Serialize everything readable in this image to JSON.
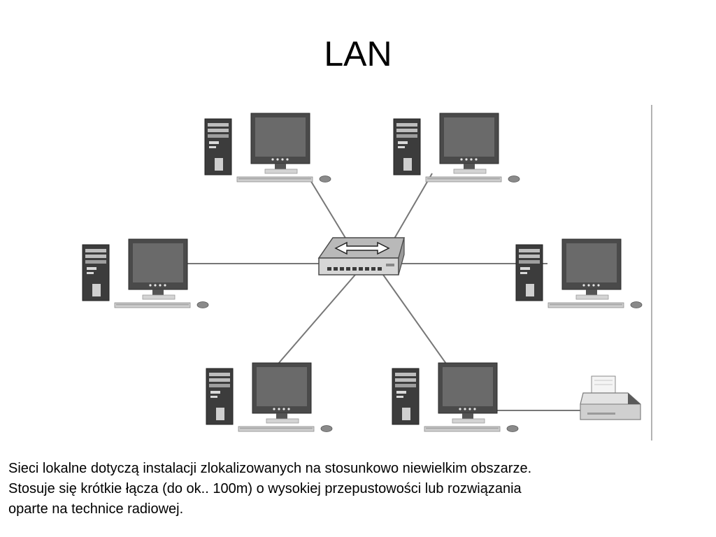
{
  "slide": {
    "title": "LAN",
    "body_lines": [
      "Sieci lokalne dotyczą instalacji zlokalizowanych na stosunkowo niewielkim obszarze.",
      "Stosuje się krótkie łącza (do ok.. 100m) o wysokiej przepustowości lub rozwiązania",
      "oparte na technice radiowej."
    ]
  },
  "diagram": {
    "nodes": [
      {
        "id": "switch",
        "kind": "network-switch"
      },
      {
        "id": "pc-top-left",
        "kind": "workstation"
      },
      {
        "id": "pc-top-right",
        "kind": "workstation"
      },
      {
        "id": "pc-middle-left",
        "kind": "workstation"
      },
      {
        "id": "pc-middle-right",
        "kind": "workstation"
      },
      {
        "id": "pc-bottom-left",
        "kind": "workstation"
      },
      {
        "id": "pc-bottom-right",
        "kind": "workstation"
      },
      {
        "id": "printer",
        "kind": "printer"
      }
    ],
    "edges": [
      {
        "from": "switch",
        "to": "pc-top-left"
      },
      {
        "from": "switch",
        "to": "pc-top-right"
      },
      {
        "from": "switch",
        "to": "pc-middle-left"
      },
      {
        "from": "switch",
        "to": "pc-middle-right"
      },
      {
        "from": "switch",
        "to": "pc-bottom-left"
      },
      {
        "from": "switch",
        "to": "pc-bottom-right"
      },
      {
        "from": "pc-bottom-right",
        "to": "printer"
      }
    ]
  }
}
